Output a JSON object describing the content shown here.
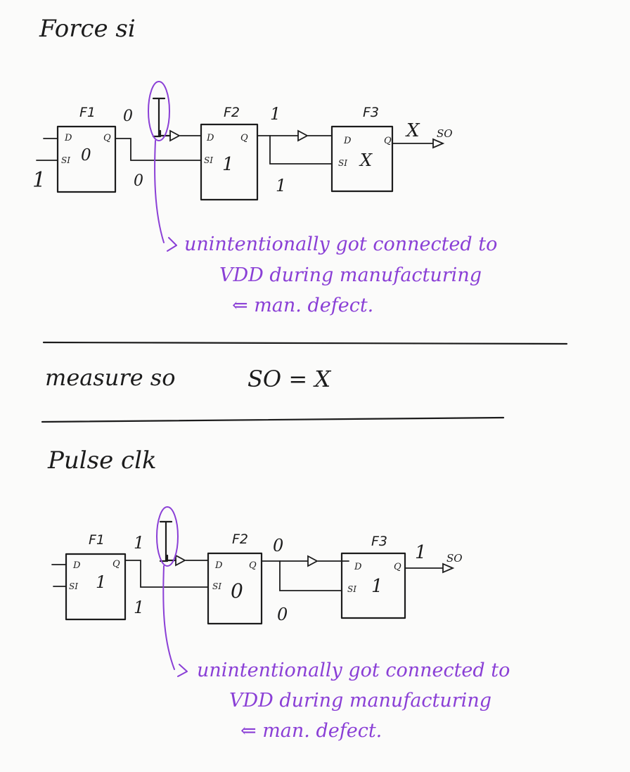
{
  "title_force": "Force si",
  "title_measure": "measure so",
  "measure_result": "SO = X",
  "title_pulse": "Pulse clk",
  "so_label": "SO",
  "pin_d": "D",
  "pin_q": "Q",
  "pin_si": "SI",
  "stuck_value": "1",
  "colors": {
    "ink": "#1c1c1c",
    "annotation": "#8a3fd6"
  },
  "diagram1": {
    "si_input": "1",
    "f1": {
      "name": "F1",
      "state": "0",
      "q_out": "0",
      "si_next": "0"
    },
    "f2": {
      "name": "F2",
      "state": "1",
      "q_out": "1",
      "si_next": "1"
    },
    "f3": {
      "name": "F3",
      "state": "X",
      "q_out": "X"
    }
  },
  "diagram2": {
    "f1": {
      "name": "F1",
      "state": "1",
      "q_out": "1",
      "si_next": "1"
    },
    "f2": {
      "name": "F2",
      "state": "0",
      "q_out": "0",
      "si_next": "0"
    },
    "f3": {
      "name": "F3",
      "state": "1",
      "q_out": "1"
    }
  },
  "annotation": {
    "line1": "unintentionally got connected to",
    "line2": "VDD during manufacturing",
    "line3": "⇐ man. defect."
  }
}
